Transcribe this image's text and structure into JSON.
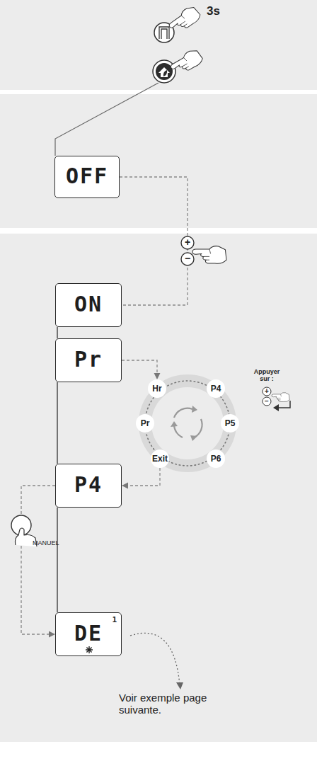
{
  "diagram": {
    "nodes": [
      {
        "text": [
          "OFF"
        ]
      },
      {
        "text": [
          "ON"
        ]
      },
      {
        "text": [
          "Pr"
        ]
      },
      {
        "text": [
          "P4"
        ]
      },
      {
        "text": [
          "DE",
          "1"
        ]
      },
      {
        "text": [
          "Hr"
        ]
      },
      {
        "text": [
          "P4"
        ]
      },
      {
        "text": [
          "Pr"
        ]
      },
      {
        "text": [
          "P5"
        ]
      },
      {
        "text": [
          "Exit"
        ]
      },
      {
        "text": [
          "P6"
        ]
      }
    ],
    "edges": [
      {
        "from": 0,
        "to": 1,
        "arrow": "none"
      },
      {
        "from": 1,
        "to": 2,
        "arrow": "none"
      },
      {
        "from": 2,
        "to": 3,
        "arrow": "none"
      },
      {
        "from": 3,
        "to": 4,
        "arrow": "none"
      },
      {
        "from": 2,
        "to": 5,
        "arrow": "to"
      },
      {
        "from": 9,
        "to": 3,
        "arrow": "to"
      },
      {
        "from": 3,
        "to": 4,
        "arrow": "to"
      }
    ],
    "labels": [
      "3s",
      "+",
      "−",
      "Appuyer sur :",
      "+",
      "−",
      "MANUEL",
      "Voir exemple page suivante."
    ]
  }
}
